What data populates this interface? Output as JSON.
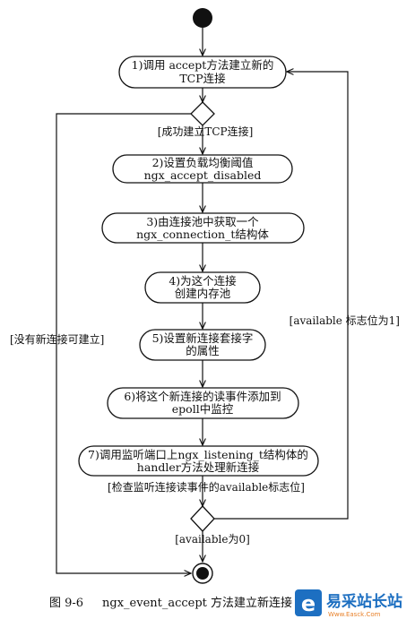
{
  "diagram": {
    "nodes": [
      {
        "id": "step1",
        "lines": [
          "1)调用 accept方法建立新的",
          "TCP连接"
        ]
      },
      {
        "id": "step2",
        "lines": [
          "2)设置负载均衡阈值",
          "ngx_accept_disabled"
        ]
      },
      {
        "id": "step3",
        "lines": [
          "3)由连接池中获取一个",
          "ngx_connection_t结构体"
        ]
      },
      {
        "id": "step4",
        "lines": [
          "4)为这个连接",
          "创建内存池"
        ]
      },
      {
        "id": "step5",
        "lines": [
          "5)设置新连接套接字",
          "的属性"
        ]
      },
      {
        "id": "step6",
        "lines": [
          "6)将这个新连接的读事件添加到",
          "epoll中监控"
        ]
      },
      {
        "id": "step7",
        "lines": [
          "7)调用监听端口上ngx_listening_t结构体的",
          "handler方法处理新连接"
        ]
      }
    ],
    "guards": {
      "success_tcp": "[成功建立TCP连接]",
      "no_new_connection": "[没有新连接可建立]",
      "available_is_1": "[available 标志位为1]",
      "check_available": "[检查监听连接读事件的available标志位]",
      "available_is_0": "[available为0]"
    }
  },
  "caption": {
    "figure_number": "图 9-6",
    "text": "ngx_event_accept 方法建立新连接"
  },
  "watermark": {
    "logo_text": "e",
    "name": "易采站长站",
    "url": "Www.Easck.Com"
  },
  "colors": {
    "ink": "#111111",
    "watermark_blue": "#1d6fc1",
    "watermark_orange": "#e8812a"
  }
}
